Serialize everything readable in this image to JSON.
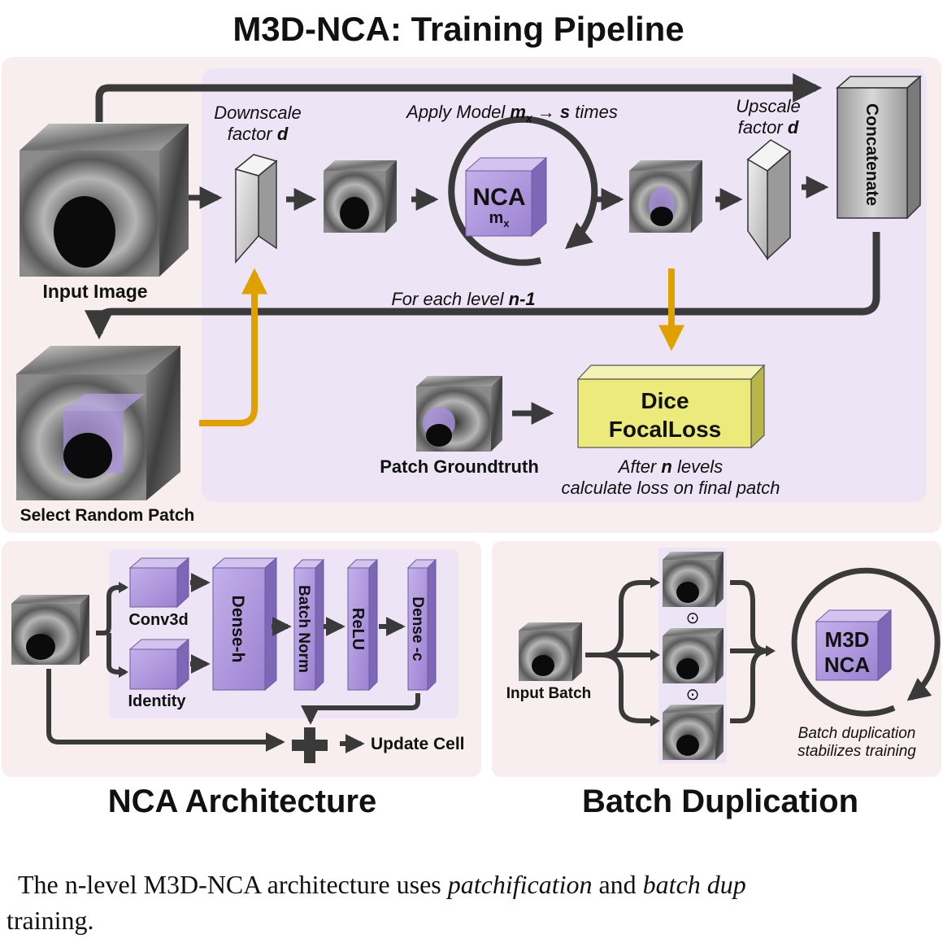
{
  "title": "M3D-NCA: Training Pipeline",
  "pipeline": {
    "input_image": "Input Image",
    "downscale_line1": "Downscale",
    "downscale_line2_prefix": "factor ",
    "downscale_var": "d",
    "apply_prefix": "Apply Model ",
    "apply_var": "m",
    "apply_sub": "x",
    "apply_arrow": " → ",
    "apply_s": "s",
    "apply_suffix": " times",
    "nca_label": "NCA",
    "nca_var": "m",
    "nca_sub": "x",
    "upscale_line1": "Upscale",
    "upscale_line2_prefix": "factor ",
    "upscale_var": "d",
    "concatenate": "Concatenate",
    "for_each_prefix": "For each level ",
    "for_each_var": "n-1",
    "select_patch": "Select Random Patch",
    "patch_groundtruth": "Patch Groundtruth",
    "loss_line1": "Dice",
    "loss_line2": "FocalLoss",
    "after_prefix": "After ",
    "after_var": "n",
    "after_suffix": " levels",
    "calc_loss": "calculate loss on final patch"
  },
  "architecture": {
    "title": "NCA Architecture",
    "conv3d": "Conv3d",
    "identity": "Identity",
    "dense_h": "Dense-h",
    "batch_norm": "Batch Norm",
    "relu": "ReLU",
    "dense_c": "Dense -c",
    "update_cell": "Update Cell"
  },
  "batch": {
    "title": "Batch Duplication",
    "input_batch": "Input Batch",
    "odot": "⊙",
    "m3d": "M3D",
    "nca": "NCA",
    "note_line1": "Batch duplication",
    "note_line2": "stabilizes training"
  },
  "caption": {
    "line1_a": "The n-level M3D-NCA architecture uses ",
    "line1_b": "patchification",
    "line1_c": " and ",
    "line1_d": "batch dup",
    "line2": "training."
  },
  "colors": {
    "pink_panel": "#f8eef0",
    "purple_panel": "#ede4f5",
    "purple_block": "#a88fd8",
    "yellow_block": "#ecea7a",
    "gold_arrow": "#e0a000",
    "dark_arrow": "#3a3a3a"
  }
}
